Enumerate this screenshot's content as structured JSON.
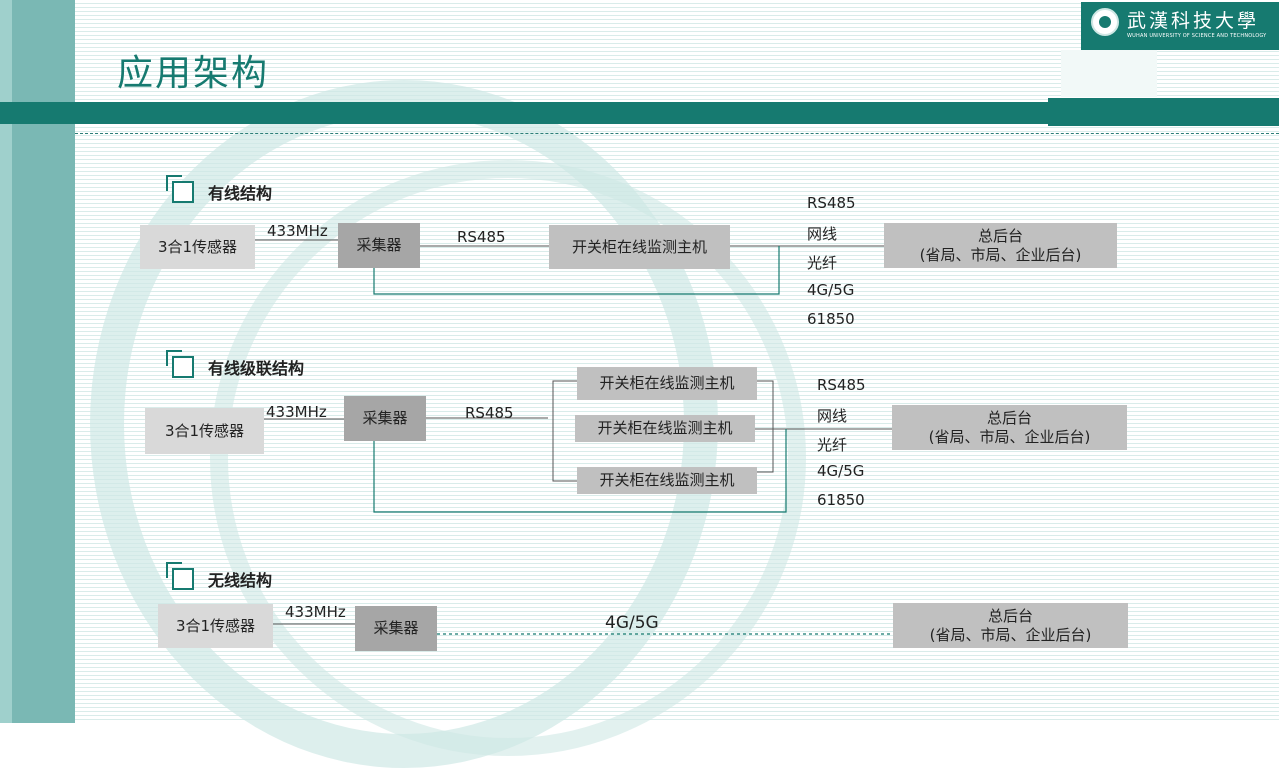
{
  "header": {
    "title": "应用架构",
    "logo_text": "武漢科技大學",
    "logo_subtext": "WUHAN UNIVERSITY OF SCIENCE AND TECHNOLOGY"
  },
  "colors": {
    "accent": "#167a70",
    "side": "#7ab8b4"
  },
  "wired": {
    "title": "有线结构",
    "sensor": "3合1传感器",
    "freq": "433MHz",
    "collector": "采集器",
    "rs485": "RS485",
    "host": "开关柜在线监测主机",
    "links": [
      "RS485",
      "网线",
      "光纤",
      "4G/5G",
      "61850"
    ],
    "backend_line1": "总后台",
    "backend_line2": "(省局、市局、企业后台)"
  },
  "cascade": {
    "title": "有线级联结构",
    "sensor": "3合1传感器",
    "freq": "433MHz",
    "collector": "采集器",
    "rs485": "RS485",
    "hosts": [
      "开关柜在线监测主机",
      "开关柜在线监测主机",
      "开关柜在线监测主机"
    ],
    "links": [
      "RS485",
      "网线",
      "光纤",
      "4G/5G",
      "61850"
    ],
    "backend_line1": "总后台",
    "backend_line2": "(省局、市局、企业后台)"
  },
  "wireless": {
    "title": "无线结构",
    "sensor": "3合1传感器",
    "freq": "433MHz",
    "collector": "采集器",
    "link": "4G/5G",
    "backend_line1": "总后台",
    "backend_line2": "(省局、市局、企业后台)"
  }
}
